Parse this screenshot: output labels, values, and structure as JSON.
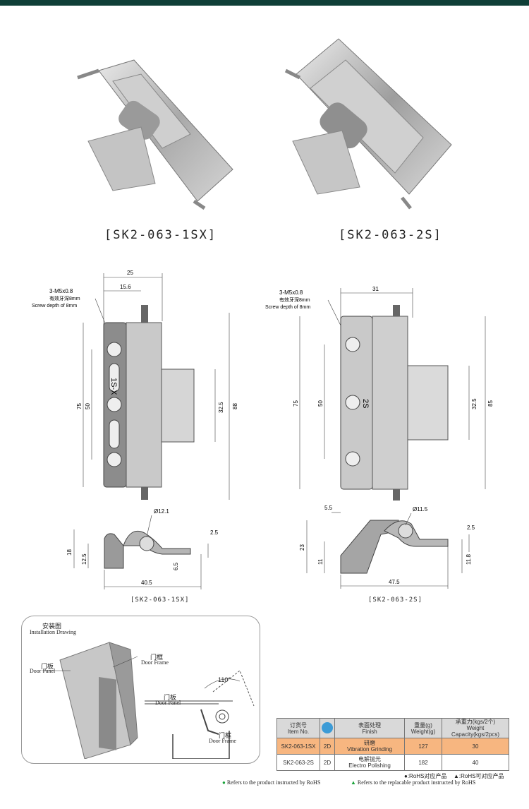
{
  "products": [
    {
      "caption": "[SK2-063-1SX]",
      "small_caption": "[SK2-063-1SX]"
    },
    {
      "caption": "[SK2-063-2S]",
      "small_caption": "[SK2-063-2S]"
    }
  ],
  "drawing1": {
    "screw_note": [
      "3-M5x0.8",
      "有效牙深8mm",
      "Screw depth of 8mm"
    ],
    "dims": {
      "top_width": "25",
      "inner_width": "15.6",
      "h75": "75",
      "h50": "50",
      "h88": "88",
      "h32_5": "32.5",
      "side_text": "1S-X"
    },
    "section": {
      "dia": "Ø12.1",
      "t2_5": "2.5",
      "h18": "18",
      "h12_5": "12.5",
      "h6_5": "6.5",
      "w40_5": "40.5"
    }
  },
  "drawing2": {
    "screw_note": [
      "3-M5x0.8",
      "有效牙深8mm",
      "Screw depth of 8mm"
    ],
    "dims": {
      "top_width": "31",
      "h75": "75",
      "h50": "50",
      "h85": "85",
      "h32_5": "32.5",
      "side_text": "2S"
    },
    "section": {
      "w5_5": "5.5",
      "dia": "Ø11.5",
      "t2_5": "2.5",
      "h23": "23",
      "h11": "11",
      "h11_8": "11.8",
      "w47_5": "47.5"
    }
  },
  "installation": {
    "title_cn": "安装图",
    "title_en": "Installation Drawing",
    "door_panel_cn": "门板",
    "door_panel_en": "Door Panel",
    "door_frame_cn": "门框",
    "door_frame_en": "Door Frame",
    "door_panel2_cn": "门板",
    "door_panel2_en": "Door Panel",
    "door_frame2_cn": "门框",
    "door_frame2_en": "Door Frame",
    "angle": "110°"
  },
  "table": {
    "headers": [
      {
        "cn": "订货号",
        "en": "Item No."
      },
      {
        "icon": "finish-code-icon"
      },
      {
        "cn": "表面处理",
        "en": "Finish"
      },
      {
        "cn": "重量(g)",
        "en": "Weight(g)"
      },
      {
        "cn": "承重力(kgs/2个)",
        "en": "Weight Capacity(kgs/2pcs)"
      }
    ],
    "rows": [
      {
        "item": "SK2-063-1SX",
        "code": "2D",
        "finish_cn": "研磨",
        "finish_en": "Vibration Grinding",
        "weight": "127",
        "capacity": "30"
      },
      {
        "item": "SK2-063-2S",
        "code": "2D",
        "finish_cn": "电解抛光",
        "finish_en": "Electro Polishing",
        "weight": "182",
        "capacity": "40"
      }
    ]
  },
  "legend": {
    "rohs_cn": "●:RoHS对应产品",
    "replace_cn": "▲:RoHS可对应产品",
    "rohs_en": "Refers to the product instructed by RoHS",
    "replace_en": "Refers to the replacable product instructed by RoHS"
  },
  "colors": {
    "topbar": "#0f3f37",
    "highlight_row": "#f7b680",
    "header_row": "#d9d9d9",
    "legend_mark": "#1aa33a"
  }
}
